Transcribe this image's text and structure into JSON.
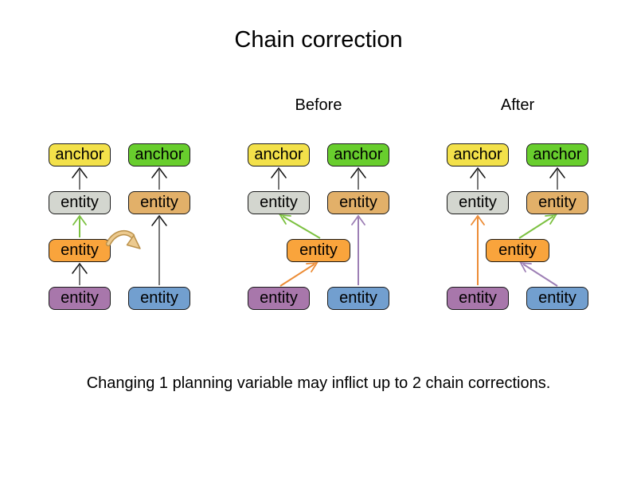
{
  "title": "Chain correction",
  "caption": "Changing 1 planning variable may inflict up to 2 chain corrections.",
  "sections": {
    "before": "Before",
    "after": "After"
  },
  "node_labels": {
    "anchor": "anchor",
    "entity": "entity"
  },
  "palette": {
    "anchor_yellow": "#f3e14a",
    "anchor_green": "#68ce2d",
    "entity_gray": "#d3d6cf",
    "entity_orange": "#f9a43c",
    "entity_tan": "#e2b069",
    "entity_purple": "#a877ab",
    "entity_blue": "#729fcf",
    "node_border": "#1b1b1b",
    "arrow_gray_shaft": "#787878",
    "arrow_black_head": "#141414",
    "arrow_green": "#7cc141",
    "arrow_orange": "#ec8c36",
    "arrow_purple": "#9d7fb5",
    "move_arrow_fill": "#ecca8f",
    "move_arrow_outline": "#bb914a"
  },
  "diagrams": [
    {
      "name": "initial-move",
      "label": "",
      "chains": [
        {
          "nodes": [
            {
              "label": "anchor",
              "color": "yellow"
            },
            {
              "label": "entity",
              "color": "gray"
            },
            {
              "label": "entity",
              "color": "orange"
            },
            {
              "label": "entity",
              "color": "purple"
            }
          ]
        },
        {
          "nodes": [
            {
              "label": "anchor",
              "color": "green"
            },
            {
              "label": "entity",
              "color": "tan"
            },
            {
              "label": "entity",
              "color": "blue"
            }
          ]
        }
      ],
      "arrows": [
        {
          "from": "purple entity",
          "to": "orange entity",
          "color": "black"
        },
        {
          "from": "orange entity",
          "to": "gray entity",
          "color": "green"
        },
        {
          "from": "gray entity",
          "to": "yellow anchor",
          "color": "black"
        },
        {
          "from": "blue entity",
          "to": "tan entity",
          "color": "black"
        },
        {
          "from": "tan entity",
          "to": "green anchor",
          "color": "black"
        },
        {
          "from": "orange entity",
          "to": "second chain",
          "color": "tan-move-arrow"
        }
      ]
    },
    {
      "name": "before",
      "label": "Before",
      "chains": [
        {
          "nodes": [
            {
              "label": "anchor",
              "color": "yellow"
            },
            {
              "label": "entity",
              "color": "gray"
            },
            {
              "label": "entity",
              "color": "purple"
            }
          ]
        },
        {
          "nodes": [
            {
              "label": "anchor",
              "color": "green"
            },
            {
              "label": "entity",
              "color": "tan"
            },
            {
              "label": "entity",
              "color": "blue"
            }
          ]
        },
        {
          "nodes": [
            {
              "label": "entity",
              "color": "orange",
              "position": "middle"
            }
          ]
        }
      ],
      "arrows": [
        {
          "from": "gray entity",
          "to": "yellow anchor",
          "color": "black"
        },
        {
          "from": "tan entity",
          "to": "green anchor",
          "color": "black"
        },
        {
          "from": "orange entity",
          "to": "gray entity",
          "color": "green"
        },
        {
          "from": "purple entity",
          "to": "orange entity",
          "color": "orange"
        },
        {
          "from": "blue entity",
          "to": "tan entity",
          "color": "purple"
        }
      ]
    },
    {
      "name": "after",
      "label": "After",
      "chains": [
        {
          "nodes": [
            {
              "label": "anchor",
              "color": "yellow"
            },
            {
              "label": "entity",
              "color": "gray"
            },
            {
              "label": "entity",
              "color": "purple"
            }
          ]
        },
        {
          "nodes": [
            {
              "label": "anchor",
              "color": "green"
            },
            {
              "label": "entity",
              "color": "tan"
            },
            {
              "label": "entity",
              "color": "blue"
            }
          ]
        },
        {
          "nodes": [
            {
              "label": "entity",
              "color": "orange",
              "position": "middle"
            }
          ]
        }
      ],
      "arrows": [
        {
          "from": "gray entity",
          "to": "yellow anchor",
          "color": "black"
        },
        {
          "from": "tan entity",
          "to": "green anchor",
          "color": "black"
        },
        {
          "from": "purple entity",
          "to": "gray entity",
          "color": "orange"
        },
        {
          "from": "orange entity",
          "to": "tan entity",
          "color": "green"
        },
        {
          "from": "blue entity",
          "to": "orange entity",
          "color": "purple"
        }
      ]
    }
  ]
}
